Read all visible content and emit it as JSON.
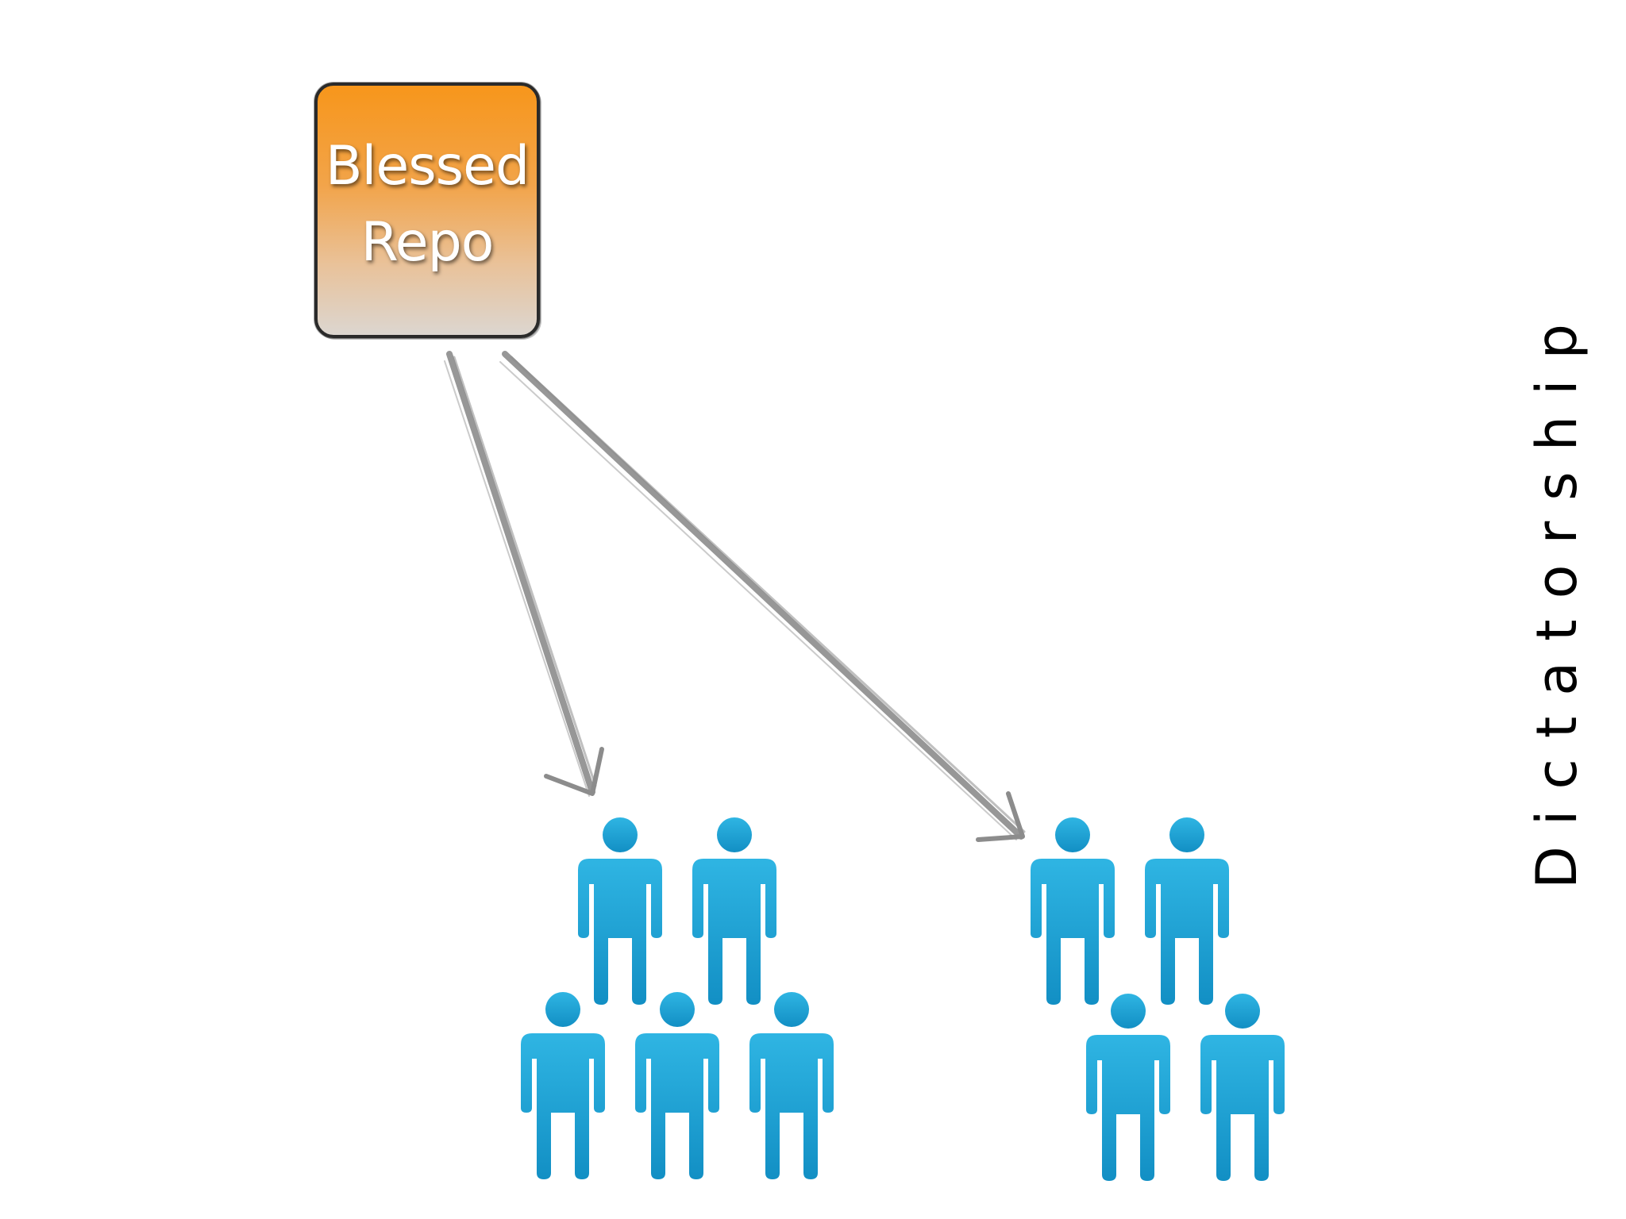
{
  "diagram": {
    "repo": {
      "line1": "Blessed",
      "line2": "Repo",
      "fill_top": "#f7961b",
      "fill_bottom": "#dcd6d0",
      "border": "#2a2a2a"
    },
    "side_label": "Dictatorship",
    "arrow_color": "#8c8c8c",
    "person_color": "#1a9ed0",
    "groups": [
      {
        "count": 5
      },
      {
        "count": 4
      }
    ]
  }
}
